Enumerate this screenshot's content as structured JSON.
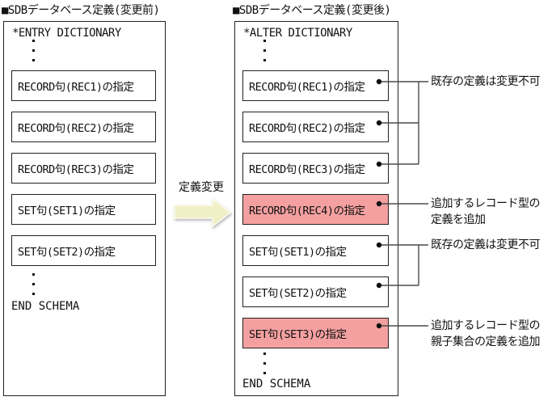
{
  "diagram": {
    "before": {
      "title": "■SDBデータベース定義(変更前)",
      "dictionary_header": "*ENTRY DICTIONARY",
      "boxes": [
        {
          "label": "RECORD句(REC1)の指定",
          "highlight": false
        },
        {
          "label": "RECORD句(REC2)の指定",
          "highlight": false
        },
        {
          "label": "RECORD句(REC3)の指定",
          "highlight": false
        },
        {
          "label": "SET句(SET1)の指定",
          "highlight": false
        },
        {
          "label": "SET句(SET2)の指定",
          "highlight": false
        }
      ],
      "footer": "END SCHEMA"
    },
    "transition": {
      "label": "定義変更"
    },
    "after": {
      "title": "■SDBデータベース定義(変更後)",
      "dictionary_header": "*ALTER DICTIONARY",
      "boxes": [
        {
          "label": "RECORD句(REC1)の指定",
          "highlight": false
        },
        {
          "label": "RECORD句(REC2)の指定",
          "highlight": false
        },
        {
          "label": "RECORD句(REC3)の指定",
          "highlight": false
        },
        {
          "label": "RECORD句(REC4)の指定",
          "highlight": true
        },
        {
          "label": "SET句(SET1)の指定",
          "highlight": false
        },
        {
          "label": "SET句(SET2)の指定",
          "highlight": false
        },
        {
          "label": "SET句(SET3)の指定",
          "highlight": true
        }
      ],
      "footer": "END SCHEMA"
    },
    "annotations": [
      {
        "text_lines": [
          "既存の定義は変更不可"
        ]
      },
      {
        "text_lines": [
          "追加するレコード型の",
          "定義を追加"
        ]
      },
      {
        "text_lines": [
          "既存の定義は変更不可"
        ]
      },
      {
        "text_lines": [
          "追加するレコード型の",
          "親子集合の定義を追加"
        ]
      }
    ],
    "colors": {
      "highlight": "#f4a0a0",
      "arrow_fill": "#f0efc6",
      "arrow_rim": "#fbfbee",
      "line": "#4a4a4a",
      "border": "#222222"
    }
  }
}
